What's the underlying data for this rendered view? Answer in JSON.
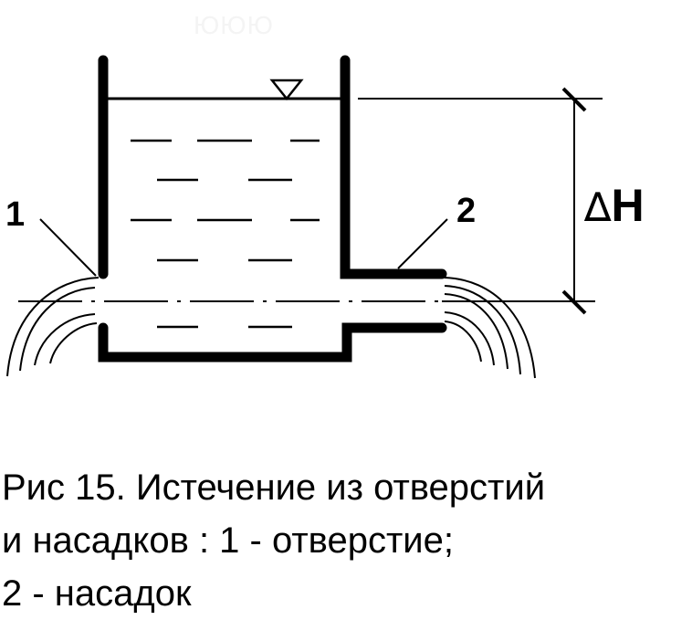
{
  "watermark": "ЮЮЮ",
  "labels": {
    "orifice": "1",
    "nozzle": "2",
    "delta_symbol": "∆",
    "head_letter": "H"
  },
  "caption": {
    "line1": "Рис 15. Истечение из отверстий",
    "line2": "и насадков : 1 - отверстие;",
    "line3": "2 - насадок"
  }
}
